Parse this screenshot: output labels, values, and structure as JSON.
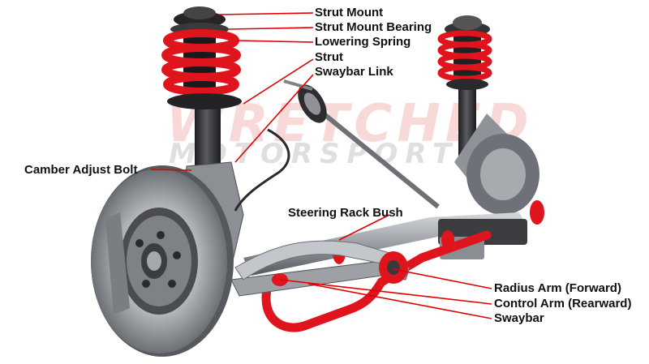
{
  "watermark": {
    "line1": "WRETCHED",
    "line2": "MOTORSPORT"
  },
  "labels": {
    "strut_mount": "Strut Mount",
    "strut_mount_bearing": "Strut Mount Bearing",
    "lowering_spring": "Lowering Spring",
    "strut": "Strut",
    "swaybar_link": "Swaybar Link",
    "camber_adjust_bolt": "Camber Adjust Bolt",
    "steering_rack_bush": "Steering Rack Bush",
    "radius_arm_forward": "Radius Arm (Forward)",
    "control_arm_rearward": "Control Arm (Rearward)",
    "swaybar": "Swaybar"
  },
  "colors": {
    "spring_red": "#e0141c",
    "leader_red": "#e00000",
    "metal_dark": "#2f2f33",
    "metal_light": "#b9bcc1"
  }
}
